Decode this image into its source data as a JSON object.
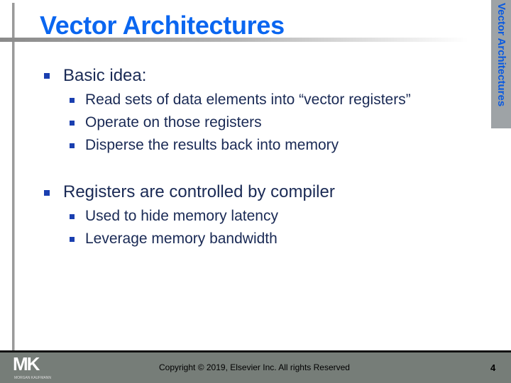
{
  "title": "Vector Architectures",
  "side_label": "Vector Architectures",
  "bullets": [
    {
      "text": "Basic idea:",
      "sub": [
        "Read sets of data elements into “vector registers”",
        "Operate on those registers",
        "Disperse the results back into memory"
      ]
    },
    {
      "text": "Registers are controlled by compiler",
      "sub": [
        "Used to hide memory latency",
        "Leverage memory bandwidth"
      ]
    }
  ],
  "footer": {
    "logo": "MK",
    "logo_sub": "MORGAN KAUFMANN",
    "copyright": "Copyright © 2019, Elsevier Inc. All rights Reserved",
    "page": "4"
  },
  "colors": {
    "title": "#0a66f0",
    "bullet": "#1a3fb0",
    "footer": "#767d78"
  }
}
